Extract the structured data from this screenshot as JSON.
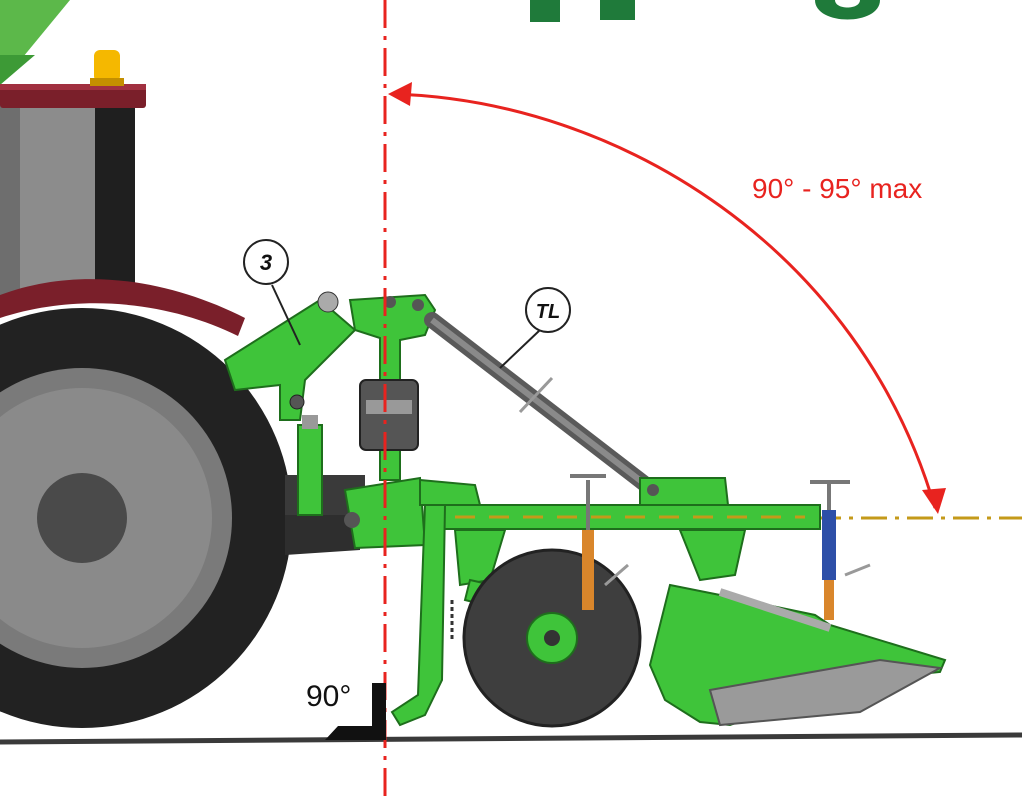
{
  "labels": {
    "angle_range": "90° - 95° max",
    "right_angle": "90°",
    "callout_3": "3",
    "callout_tl": "TL"
  },
  "colors": {
    "implement_green": "#3fc43a",
    "implement_dark_green": "#2a8f28",
    "angle_red": "#e8231f",
    "ground_line": "#3a3a3a",
    "level_line": "#c49a1a",
    "tractor_maroon": "#7a1f2a",
    "tyre_black": "#222222",
    "hub_grey": "#4a4a4a",
    "beacon_yellow": "#f5b800",
    "title_green": "#1f7a3a",
    "corner_green": "#5cb84a"
  },
  "icons": {
    "angle_arrow": "arc-arrow-icon",
    "square_mark": "right-angle-icon"
  }
}
